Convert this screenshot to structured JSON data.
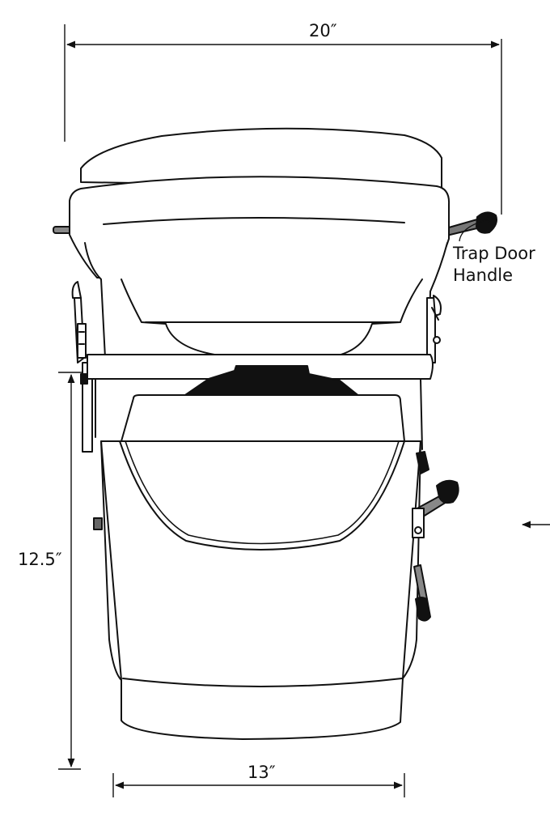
{
  "dimensions": {
    "width_top": "20″",
    "height_side": "12.5″",
    "width_bottom": "13″"
  },
  "callouts": {
    "trap_door_line1": "Trap Door",
    "trap_door_line2": "Handle"
  },
  "colors": {
    "stroke": "#111111",
    "fill": "#ffffff",
    "dark": "#111111"
  }
}
